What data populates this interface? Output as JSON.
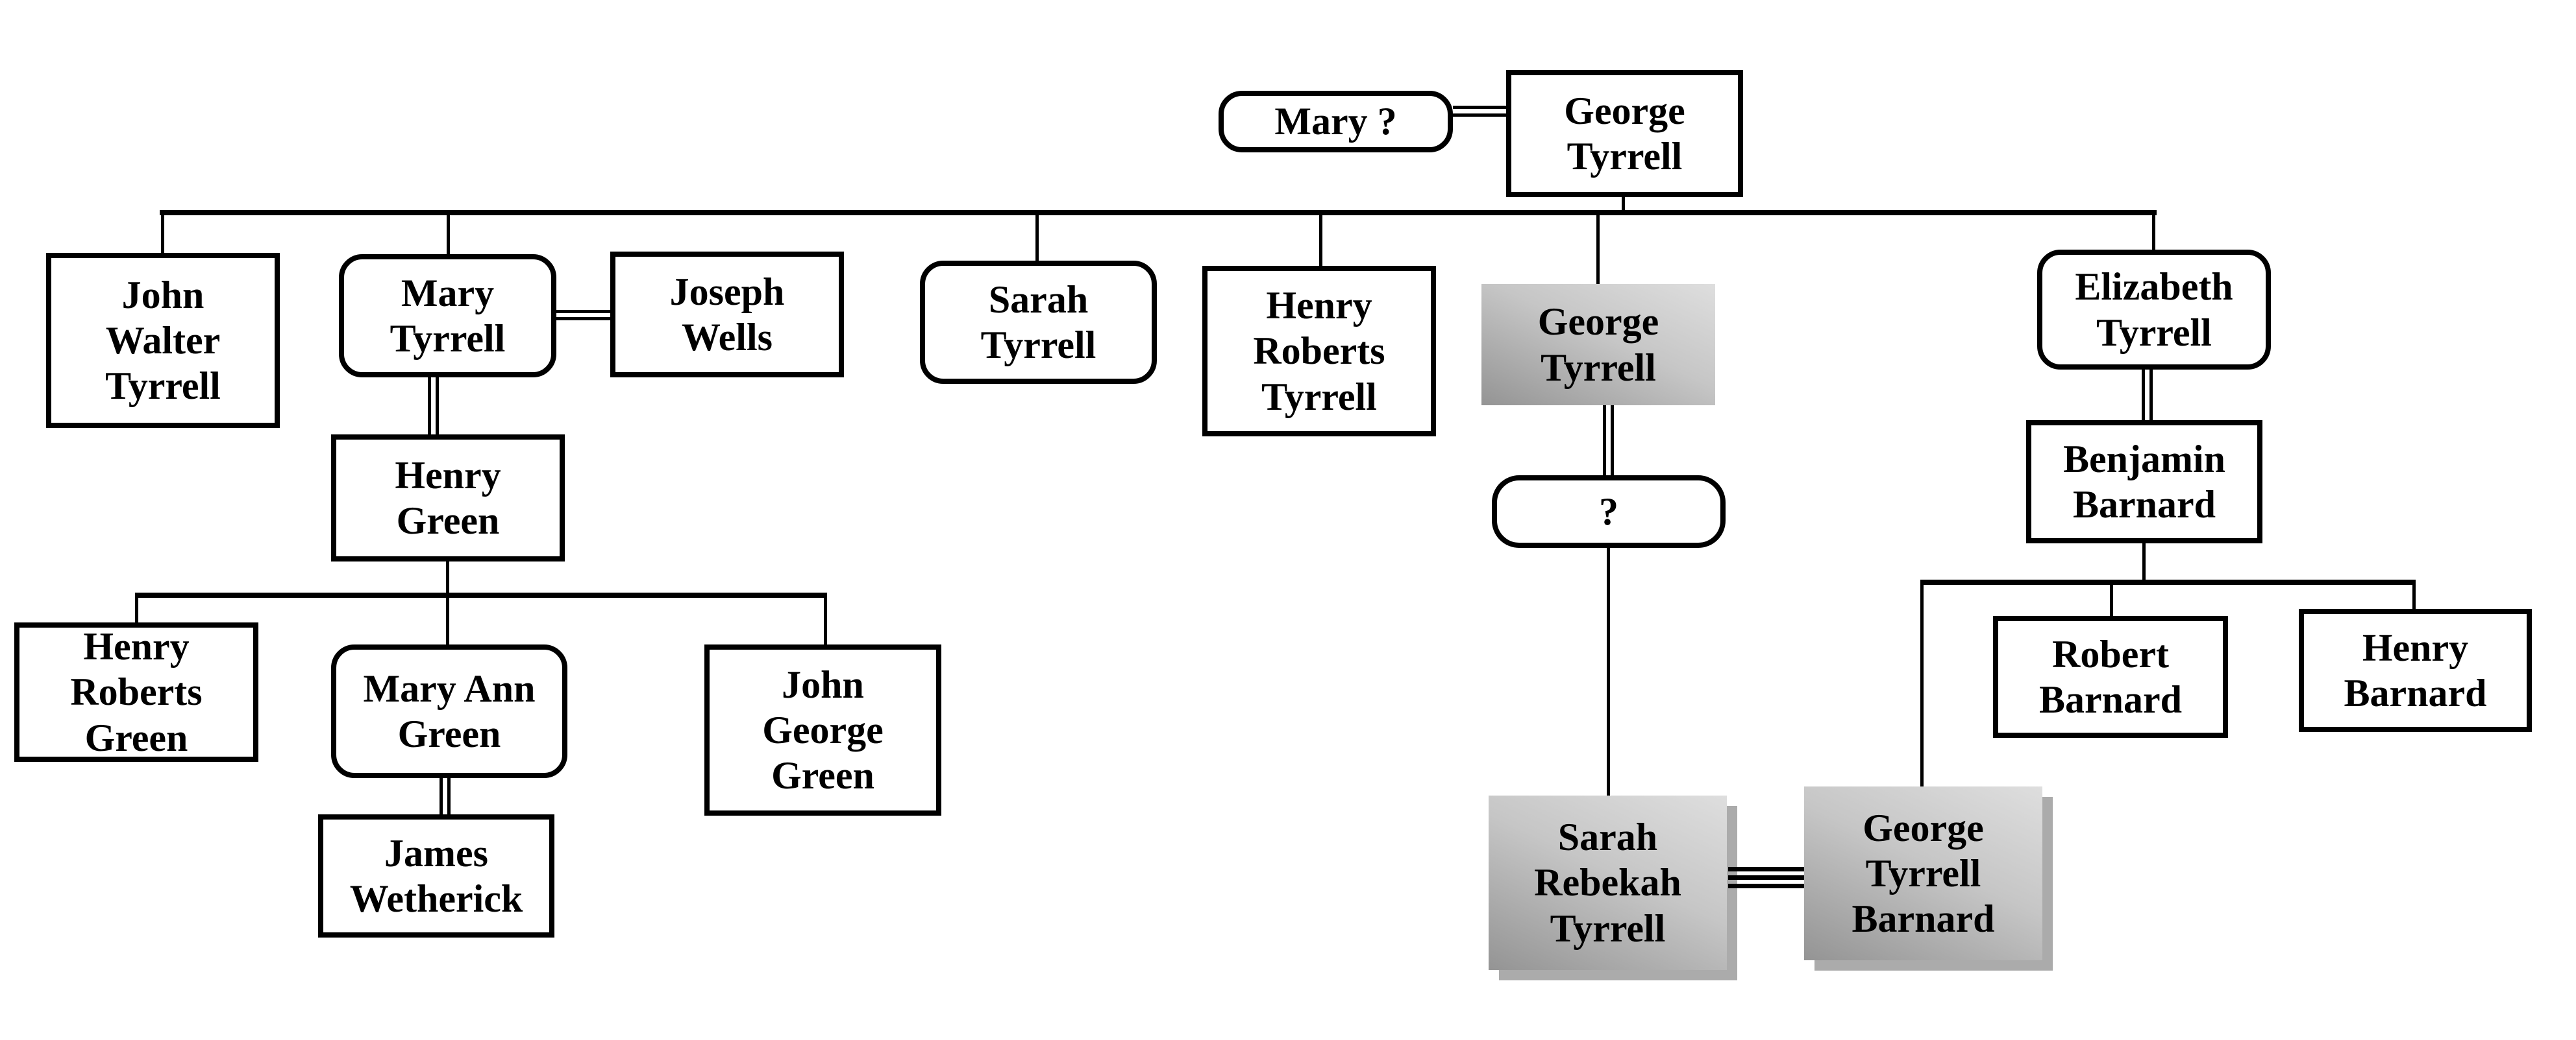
{
  "diagram": {
    "type": "family-tree",
    "colors": {
      "background": "#ffffff",
      "line": "#000000",
      "box_border": "#000000",
      "box_fill": "#ffffff",
      "gradient_light": "#dedede",
      "gradient_dark": "#949494",
      "shadow": "#ababab"
    }
  },
  "nodes": [
    {
      "id": "mary-unknown",
      "label": "Mary ?",
      "shape": "rounded",
      "fill": "white"
    },
    {
      "id": "george-tyrrell-sr",
      "label": "George\nTyrrell",
      "shape": "rect",
      "fill": "white"
    },
    {
      "id": "john-walter-tyrrell",
      "label": "John\nWalter\nTyrrell",
      "shape": "rect",
      "fill": "white"
    },
    {
      "id": "mary-tyrrell",
      "label": "Mary\nTyrrell",
      "shape": "rounded",
      "fill": "white"
    },
    {
      "id": "joseph-wells",
      "label": "Joseph\nWells",
      "shape": "rect",
      "fill": "white"
    },
    {
      "id": "sarah-tyrrell",
      "label": "Sarah\nTyrrell",
      "shape": "rounded",
      "fill": "white"
    },
    {
      "id": "henry-roberts-tyrrell",
      "label": "Henry\nRoberts\nTyrrell",
      "shape": "rect",
      "fill": "white"
    },
    {
      "id": "george-tyrrell-jr",
      "label": "George\nTyrrell",
      "shape": "rect",
      "fill": "gradient"
    },
    {
      "id": "elizabeth-tyrrell",
      "label": "Elizabeth\nTyrrell",
      "shape": "rounded",
      "fill": "white"
    },
    {
      "id": "henry-green",
      "label": "Henry\nGreen",
      "shape": "rect",
      "fill": "white"
    },
    {
      "id": "unknown-spouse",
      "label": "?",
      "shape": "rounded",
      "fill": "white"
    },
    {
      "id": "benjamin-barnard",
      "label": "Benjamin\nBarnard",
      "shape": "rect",
      "fill": "white"
    },
    {
      "id": "henry-roberts-green",
      "label": "Henry\nRoberts\nGreen",
      "shape": "rect",
      "fill": "white"
    },
    {
      "id": "mary-ann-green",
      "label": "Mary Ann\nGreen",
      "shape": "rounded",
      "fill": "white"
    },
    {
      "id": "john-george-green",
      "label": "John\nGeorge\nGreen",
      "shape": "rect",
      "fill": "white"
    },
    {
      "id": "james-wetherick",
      "label": "James\nWetherick",
      "shape": "rect",
      "fill": "white"
    },
    {
      "id": "robert-barnard",
      "label": "Robert\nBarnard",
      "shape": "rect",
      "fill": "white"
    },
    {
      "id": "henry-barnard",
      "label": "Henry\nBarnard",
      "shape": "rect",
      "fill": "white"
    },
    {
      "id": "sarah-rebekah-tyrrell",
      "label": "Sarah\nRebekah\nTyrrell",
      "shape": "rect",
      "fill": "gradient-shadow"
    },
    {
      "id": "george-tyrrell-barnard",
      "label": "George\nTyrrell\nBarnard",
      "shape": "rect",
      "fill": "gradient-shadow"
    }
  ],
  "relationships": {
    "marriages": [
      {
        "spouse_a": "Mary ?",
        "spouse_b": "George Tyrrell (sr)"
      },
      {
        "spouse_a": "Mary Tyrrell",
        "spouse_b": "Joseph Wells"
      },
      {
        "spouse_a": "George Tyrrell (jr)",
        "spouse_b": "?"
      },
      {
        "spouse_a": "Elizabeth Tyrrell",
        "spouse_b": "Benjamin Barnard"
      },
      {
        "spouse_a": "Mary Ann Green",
        "spouse_b": "James Wetherick"
      },
      {
        "spouse_a": "Sarah Rebekah Tyrrell",
        "spouse_b": "George Tyrrell Barnard"
      }
    ],
    "children": [
      {
        "parents": "Mary ? + George Tyrrell (sr)",
        "children": [
          "John Walter Tyrrell",
          "Mary Tyrrell",
          "Sarah Tyrrell",
          "Henry Roberts Tyrrell",
          "George Tyrrell (jr)",
          "Elizabeth Tyrrell"
        ]
      },
      {
        "parents": "Mary Tyrrell + Joseph Wells",
        "children": [
          "Henry Green"
        ]
      },
      {
        "parents": "Henry Green",
        "children": [
          "Henry Roberts Green",
          "Mary Ann Green",
          "John George Green"
        ]
      },
      {
        "parents": "George Tyrrell (jr) + ?",
        "children": [
          "Sarah Rebekah Tyrrell"
        ]
      },
      {
        "parents": "Elizabeth Tyrrell + Benjamin Barnard",
        "children": [
          "George Tyrrell Barnard",
          "Robert Barnard",
          "Henry Barnard"
        ]
      }
    ]
  }
}
